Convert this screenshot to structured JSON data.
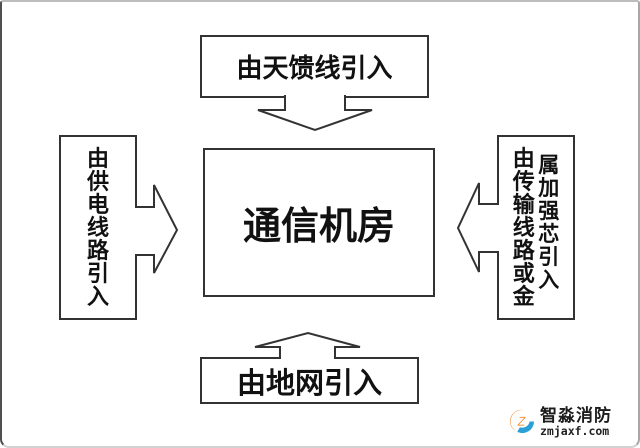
{
  "diagram": {
    "center_box": {
      "label": "通信机房"
    },
    "top_box": {
      "label": "由天馈线引入"
    },
    "left_box": {
      "label": "由供电线路引入"
    },
    "right_box": {
      "columns": [
        "由传输线路或金",
        "属加强芯引入"
      ],
      "full_text": "由传输线路或金属加强芯引入"
    },
    "bottom_box": {
      "label": "由地网引入"
    }
  },
  "watermark": {
    "brand": "智淼消防",
    "domain": "zmjaxf.com"
  },
  "colors": {
    "line": "#333333",
    "background": "#ffffff",
    "text": "#111111",
    "logo_orange": "#f0821e",
    "logo_blue": "#2a9fd8"
  },
  "icons": {
    "brand_logo": "zhimiao-fire-protection-logo"
  }
}
